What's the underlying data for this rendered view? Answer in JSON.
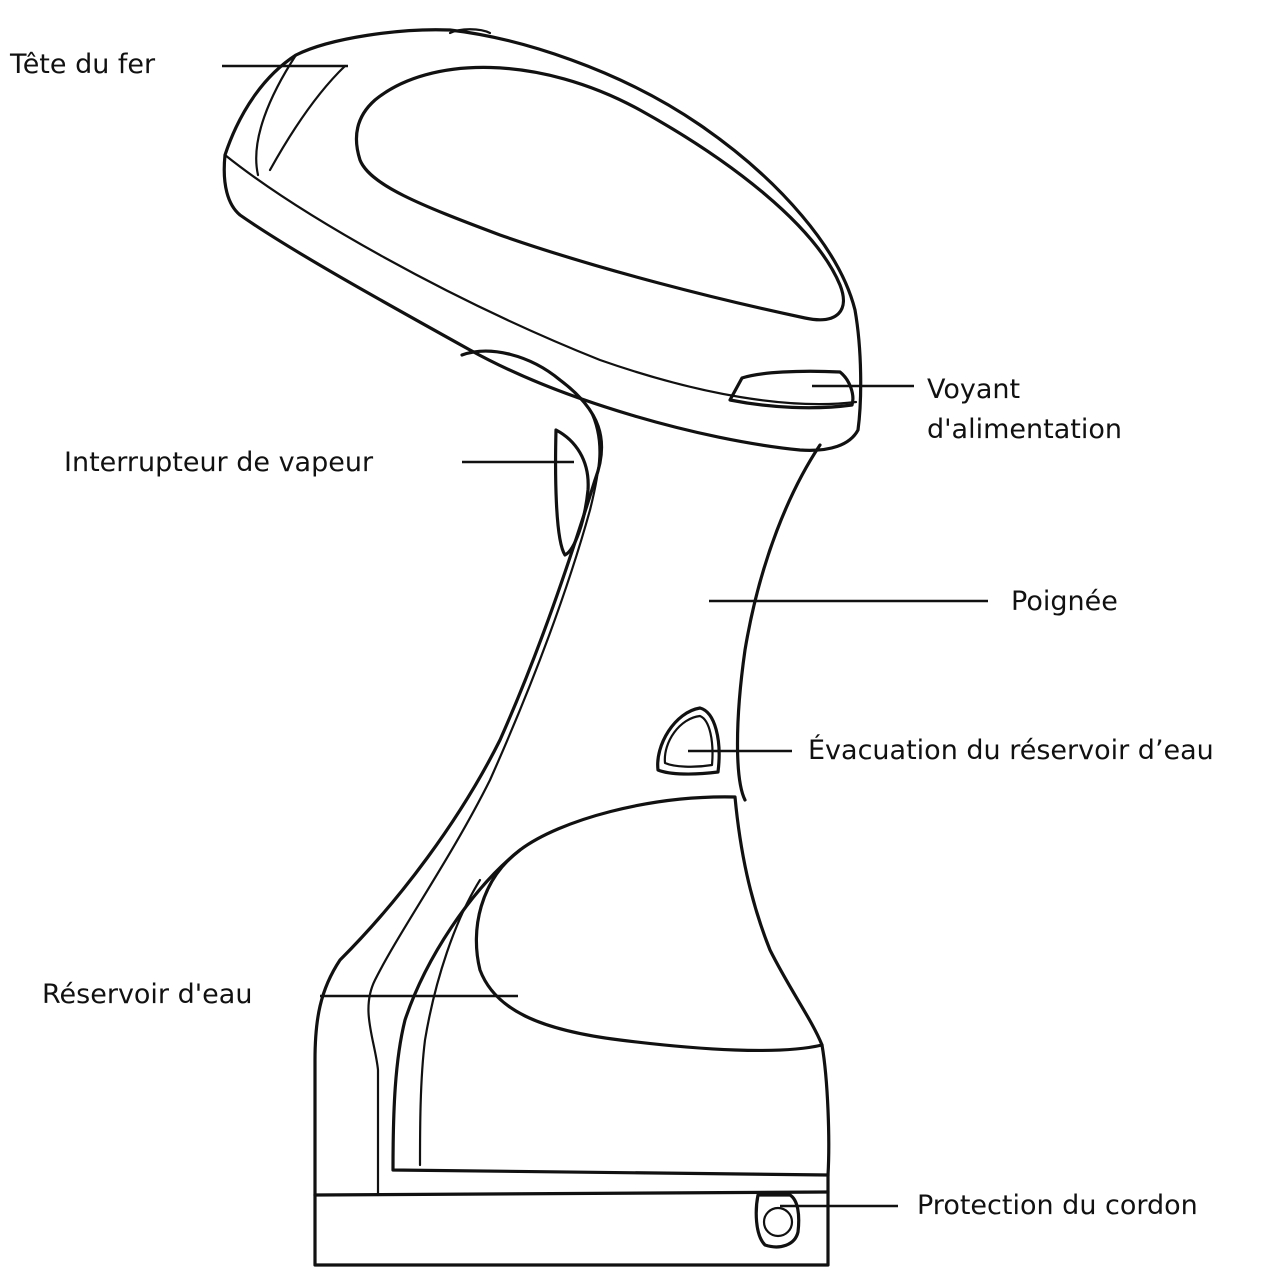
{
  "labels": {
    "head": "Tête du fer",
    "steam_switch": "Interrupteur de vapeur",
    "power_light_1": "Voyant",
    "power_light_2": "d'alimentation",
    "handle": "Poignée",
    "drain": "Évacuation du réservoir d’eau",
    "tank": "Réservoir d'eau",
    "cord_guard": "Protection du cordon"
  },
  "colors": {
    "ink": "#111111",
    "background": "#ffffff"
  }
}
